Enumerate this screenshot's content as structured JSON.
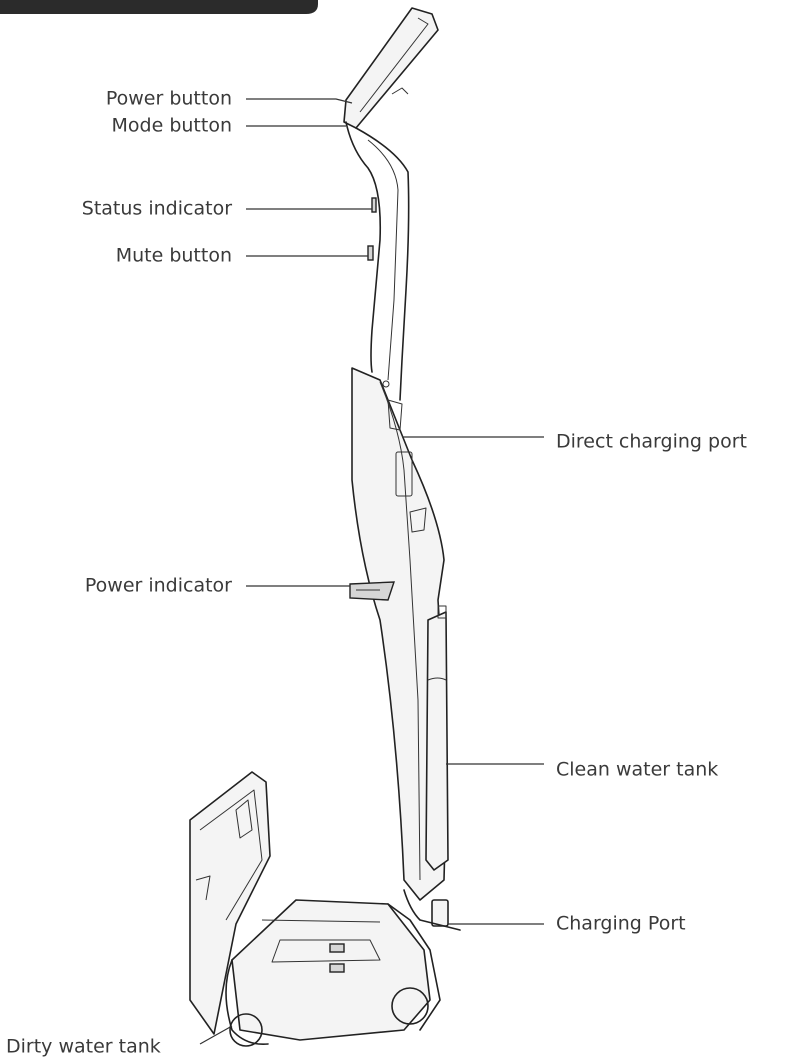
{
  "labels": {
    "power_button": "Power button",
    "mode_button": "Mode button",
    "status_indicator": "Status indicator",
    "mute_button": "Mute button",
    "direct_charging_port": "Direct charging port",
    "power_indicator": "Power indicator",
    "clean_water_tank": "Clean water tank",
    "charging_port": "Charging Port",
    "dirty_water_tank": "Dirty water tank"
  },
  "colors": {
    "header_bar": "#2b2b2b",
    "label_text": "#3a3a3a",
    "line_art": "#222222"
  }
}
